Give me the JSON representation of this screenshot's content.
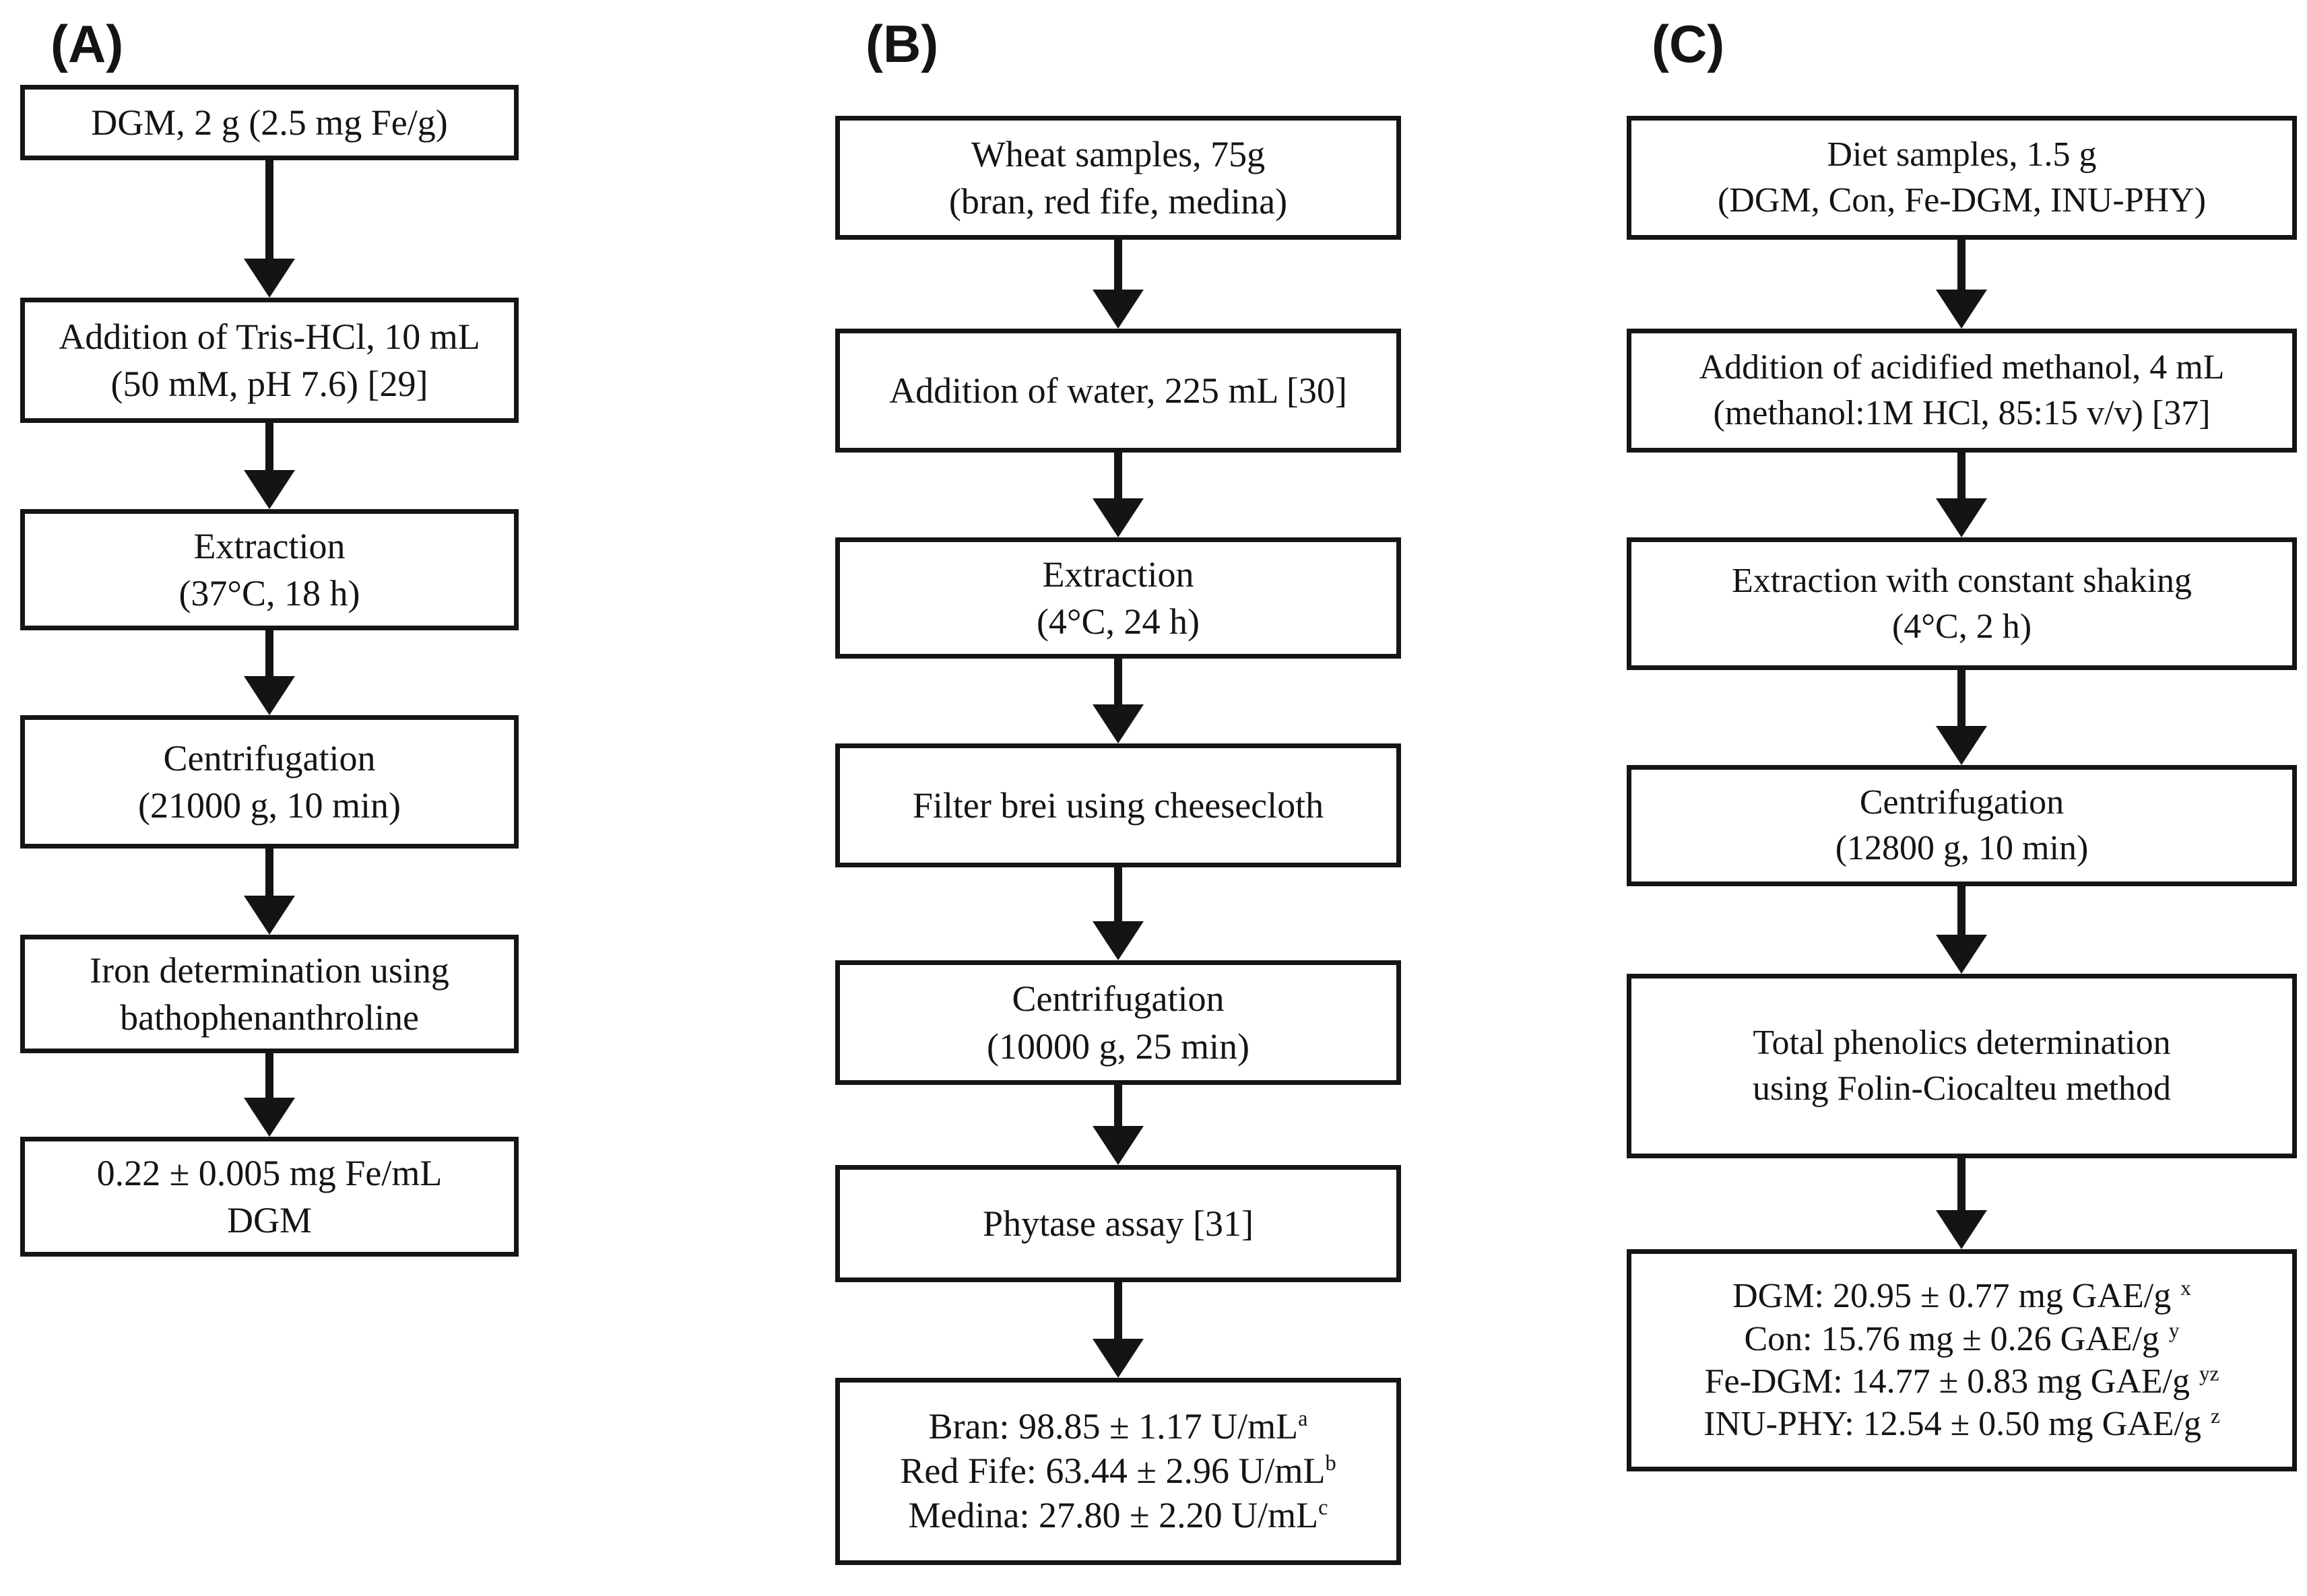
{
  "figure": {
    "background_color": "#ffffff",
    "line_color": "#151515",
    "text_color": "#141414"
  },
  "panels": [
    {
      "label": "(A)",
      "boxes": [
        {
          "lines": [
            {
              "text": "DGM, 2 g (2.5 mg Fe/g)"
            }
          ]
        },
        {
          "lines": [
            {
              "text": "Addition of Tris-HCl, 10 mL"
            },
            {
              "text": "(50 mM, pH 7.6) [29]"
            }
          ]
        },
        {
          "lines": [
            {
              "text": "Extraction"
            },
            {
              "text": "(37°C, 18 h)"
            }
          ]
        },
        {
          "lines": [
            {
              "text": "Centrifugation"
            },
            {
              "text": "(21000 g, 10 min)"
            }
          ]
        },
        {
          "lines": [
            {
              "text": "Iron determination using"
            },
            {
              "text": "bathophenanthroline"
            }
          ]
        },
        {
          "lines": [
            {
              "text": "0.22 ± 0.005 mg Fe/mL"
            },
            {
              "text": "DGM"
            }
          ]
        }
      ]
    },
    {
      "label": "(B)",
      "boxes": [
        {
          "lines": [
            {
              "text": "Wheat samples, 75g"
            },
            {
              "text": "(bran, red fife, medina)"
            }
          ]
        },
        {
          "lines": [
            {
              "text": "Addition of water, 225 mL [30]"
            }
          ]
        },
        {
          "lines": [
            {
              "text": "Extraction"
            },
            {
              "text": "(4°C, 24 h)"
            }
          ]
        },
        {
          "lines": [
            {
              "text": "Filter brei using cheesecloth"
            }
          ]
        },
        {
          "lines": [
            {
              "text": "Centrifugation"
            },
            {
              "text": "(10000 g, 25 min)"
            }
          ]
        },
        {
          "lines": [
            {
              "text": "Phytase assay [31]"
            }
          ]
        },
        {
          "lines": [
            {
              "text": "Bran: 98.85 ± 1.17 U/mL",
              "sup": "a"
            },
            {
              "text": "Red Fife: 63.44 ± 2.96 U/mL",
              "sup": "b"
            },
            {
              "text": "Medina: 27.80 ± 2.20 U/mL",
              "sup": "c"
            }
          ]
        }
      ]
    },
    {
      "label": "(C)",
      "boxes": [
        {
          "lines": [
            {
              "text": "Diet samples, 1.5 g"
            },
            {
              "text": "(DGM, Con, Fe-DGM, INU-PHY)"
            }
          ]
        },
        {
          "lines": [
            {
              "text": "Addition of acidified methanol, 4 mL"
            },
            {
              "text": "(methanol:1M HCl, 85:15 v/v) [37]"
            }
          ]
        },
        {
          "lines": [
            {
              "text": "Extraction with constant shaking"
            },
            {
              "text": "(4°C, 2 h)"
            }
          ]
        },
        {
          "lines": [
            {
              "text": "Centrifugation"
            },
            {
              "text": "(12800 g, 10 min)"
            }
          ]
        },
        {
          "lines": [
            {
              "text": "Total phenolics determination"
            },
            {
              "text": "using Folin-Ciocalteu method"
            }
          ]
        },
        {
          "lines": [
            {
              "text": "DGM: 20.95 ± 0.77 mg GAE/g",
              "sup": "x"
            },
            {
              "text": "Con: 15.76 mg ± 0.26 GAE/g",
              "sup": "y"
            },
            {
              "text": "Fe-DGM: 14.77 ± 0.83 mg GAE/g",
              "sup": "yz"
            },
            {
              "text": "INU-PHY: 12.54 ± 0.50 mg GAE/g",
              "sup": "z"
            }
          ]
        }
      ]
    }
  ]
}
